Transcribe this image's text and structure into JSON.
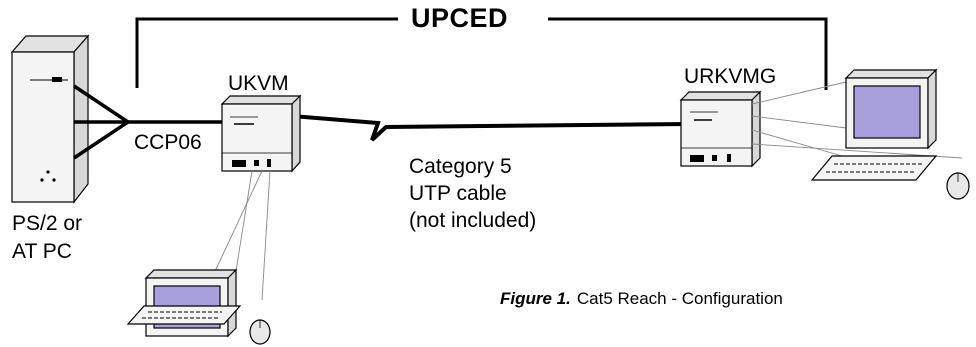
{
  "labels": {
    "upced": "UPCED",
    "ukvm": "UKVM",
    "urkvmg": "URKVMG",
    "ccp06": "CCP06",
    "cable_lines": [
      "Category 5",
      "UTP cable",
      "(not included)"
    ],
    "pc_lines": [
      "PS/2 or",
      "AT PC"
    ]
  },
  "caption": {
    "figure": "Figure 1.",
    "text": "Cat5 Reach - Configuration"
  },
  "colors": {
    "line": "#000000",
    "screen": "#a8a0dc",
    "device_fill": "#f4f4f4",
    "device_top": "#e2e2e2",
    "tower_side": "#d8d8d8"
  }
}
